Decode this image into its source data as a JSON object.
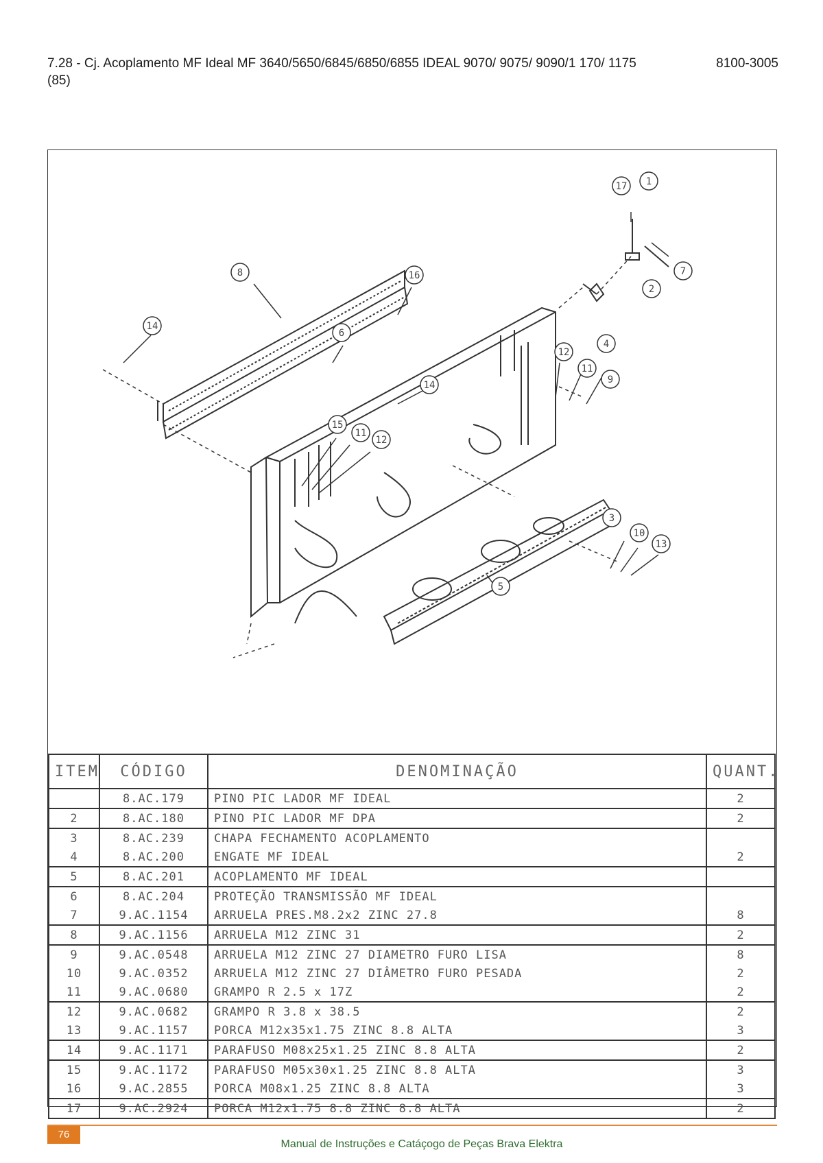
{
  "header": {
    "title": "7.28 - Cj. Acoplamento MF Ideal MF 3640/5650/6845/6850/6855 IDEAL 9070/ 9075/ 9090/1 170/ 1175 (85)",
    "code": "8100-3005"
  },
  "drawing": {
    "callouts": [
      {
        "id": "c1",
        "label": "1"
      },
      {
        "id": "c2",
        "label": "2"
      },
      {
        "id": "c3",
        "label": "3"
      },
      {
        "id": "c4",
        "label": "4"
      },
      {
        "id": "c5",
        "label": "5"
      },
      {
        "id": "c6",
        "label": "6"
      },
      {
        "id": "c7",
        "label": "7"
      },
      {
        "id": "c8",
        "label": "8"
      },
      {
        "id": "c9",
        "label": "9"
      },
      {
        "id": "c10",
        "label": "10"
      },
      {
        "id": "c11",
        "label": "11"
      },
      {
        "id": "c12",
        "label": "12"
      },
      {
        "id": "c13",
        "label": "13"
      },
      {
        "id": "c14",
        "label": "14"
      },
      {
        "id": "c15",
        "label": "15"
      },
      {
        "id": "c16",
        "label": "16"
      },
      {
        "id": "c17",
        "label": "17"
      }
    ]
  },
  "table": {
    "headers": {
      "item": "ITEM",
      "code": "CÓDIGO",
      "desc": "DENOMINAÇÃO",
      "qty": "QUANT."
    },
    "rows": [
      {
        "item": "",
        "code": "8.AC.179",
        "desc": "PINO PIC LADOR MF IDEAL",
        "qty": "2",
        "sep": true
      },
      {
        "item": "2",
        "code": "8.AC.180",
        "desc": "PINO PIC LADOR MF DPA",
        "qty": "2",
        "sep": true
      },
      {
        "item": "3",
        "code": "8.AC.239",
        "desc": "CHAPA FECHAMENTO ACOPLAMENTO",
        "qty": "",
        "sep": false
      },
      {
        "item": "4",
        "code": "8.AC.200",
        "desc": "ENGATE MF IDEAL",
        "qty": "2",
        "sep": true
      },
      {
        "item": "5",
        "code": "8.AC.201",
        "desc": "ACOPLAMENTO MF IDEAL",
        "qty": "",
        "sep": true
      },
      {
        "item": "6",
        "code": "8.AC.204",
        "desc": "PROTEÇÃO TRANSMISSÃO MF IDEAL",
        "qty": "",
        "sep": false
      },
      {
        "item": "7",
        "code": "9.AC.1154",
        "desc": "ARRUELA PRES.M8.2x2 ZINC 27.8",
        "qty": "8",
        "sep": true
      },
      {
        "item": "8",
        "code": "9.AC.1156",
        "desc": "ARRUELA M12 ZINC 31",
        "qty": "2",
        "sep": true
      },
      {
        "item": "9",
        "code": "9.AC.0548",
        "desc": "ARRUELA M12 ZINC 27 DIAMETRO FURO LISA",
        "qty": "8",
        "sep": false
      },
      {
        "item": "10",
        "code": "9.AC.0352",
        "desc": "ARRUELA M12 ZINC 27 DIÂMETRO FURO PESADA",
        "qty": "2",
        "sep": false
      },
      {
        "item": "11",
        "code": "9.AC.0680",
        "desc": "GRAMPO R 2.5 x 17Z",
        "qty": "2",
        "sep": true
      },
      {
        "item": "12",
        "code": "9.AC.0682",
        "desc": "GRAMPO R 3.8 x 38.5",
        "qty": "2",
        "sep": false
      },
      {
        "item": "13",
        "code": "9.AC.1157",
        "desc": "PORCA M12x35x1.75 ZINC 8.8 ALTA",
        "qty": "3",
        "sep": true
      },
      {
        "item": "14",
        "code": "9.AC.1171",
        "desc": "PARAFUSO M08x25x1.25 ZINC 8.8 ALTA",
        "qty": "2",
        "sep": true
      },
      {
        "item": "15",
        "code": "9.AC.1172",
        "desc": "PARAFUSO M05x30x1.25 ZINC 8.8 ALTA",
        "qty": "3",
        "sep": false
      },
      {
        "item": "16",
        "code": "9.AC.2855",
        "desc": "PORCA M08x1.25 ZINC 8.8 ALTA",
        "qty": "3",
        "sep": true
      },
      {
        "item": "17",
        "code": "9.AC.2924",
        "desc": "PORCA M12x1.75 8.8 ZINC 8.8 ALTA",
        "qty": "2",
        "sep": true
      }
    ]
  },
  "footer": {
    "page_number": "76",
    "text": "Manual de Instruções e Catáçogo de Peças Brava Elektra"
  }
}
